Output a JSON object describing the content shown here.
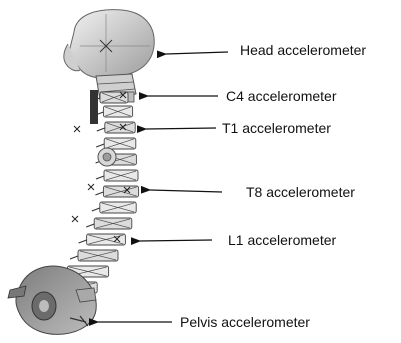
{
  "labels": {
    "head": "Head accelerometer",
    "c4": "C4 accelerometer",
    "t1": "T1 accelerometer",
    "t8": "T8 accelerometer",
    "l1": "L1 accelerometer",
    "pelvis": "Pelvis accelerometer"
  },
  "colors": {
    "skull": "#dcdcdc",
    "skull_shadow": "#9a9a9a",
    "vertebra": "#e6e6e6",
    "bone_dark": "#555555",
    "line": "#111111",
    "pelvis": "#8c8c8c"
  }
}
